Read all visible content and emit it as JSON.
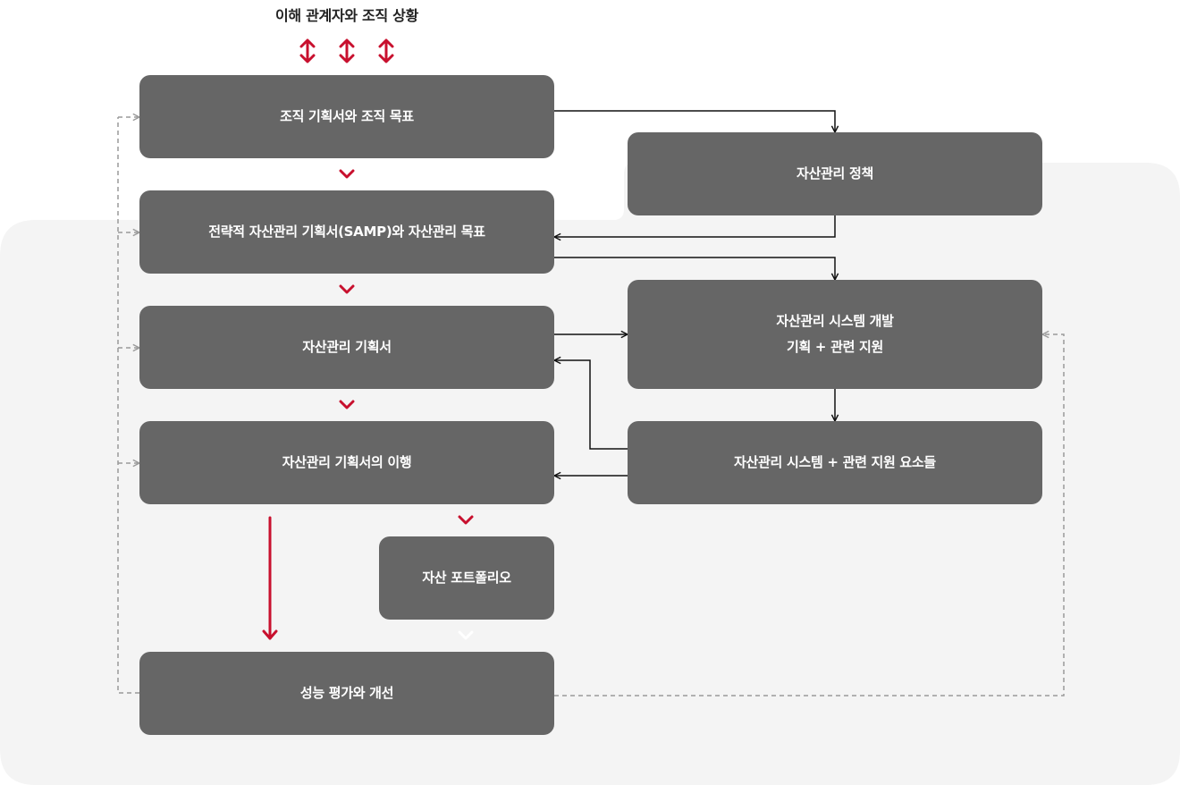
{
  "diagram": {
    "context_label": "이해 관계자와 조직 상황",
    "boxes": {
      "org_plan": "조직 기획서와 조직 목표",
      "samp": "전략적 자산관리 기획서(SAMP)와 자산관리 목표",
      "am_plan": "자산관리 기획서",
      "implementation": "자산관리 기획서의 이행",
      "portfolio": "자산 포트폴리오",
      "evaluation": "성능 평가와 개선",
      "policy": "자산관리 정책",
      "system_dev_line1": "자산관리 시스템 개발",
      "system_dev_line2": "기획 + 관련 지원",
      "system_elements": "자산관리 시스템 + 관련 지원 요소들"
    }
  },
  "colors": {
    "box_fill": "#666666",
    "box_text": "#ffffff",
    "accent_arrow": "#c8102e",
    "connector": "#111111",
    "feedback_dashed": "#9a9a9a",
    "region_fill": "#f4f4f4"
  }
}
